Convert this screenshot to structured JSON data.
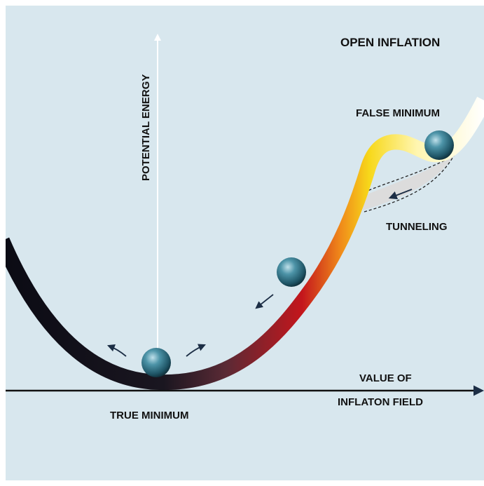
{
  "diagram": {
    "title": "OPEN INFLATION",
    "y_axis_label": "POTENTIAL ENERGY",
    "x_axis_label_line1": "VALUE OF",
    "x_axis_label_line2": "INFLATON FIELD",
    "false_minimum_label": "FALSE MINIMUM",
    "tunneling_label": "TUNNELING",
    "true_minimum_label": "TRUE MINIMUM"
  },
  "colors": {
    "background": "#d8e7ee",
    "curve_gradient": [
      "#0b0b14",
      "#1a1620",
      "#5a2a35",
      "#c4161c",
      "#f08a1a",
      "#f7d81a",
      "#fff6b0",
      "#ffffff"
    ],
    "tunnel_fill": "#dcdcdc",
    "ball": "#2b6e80",
    "arrows": "#1c2e45"
  }
}
